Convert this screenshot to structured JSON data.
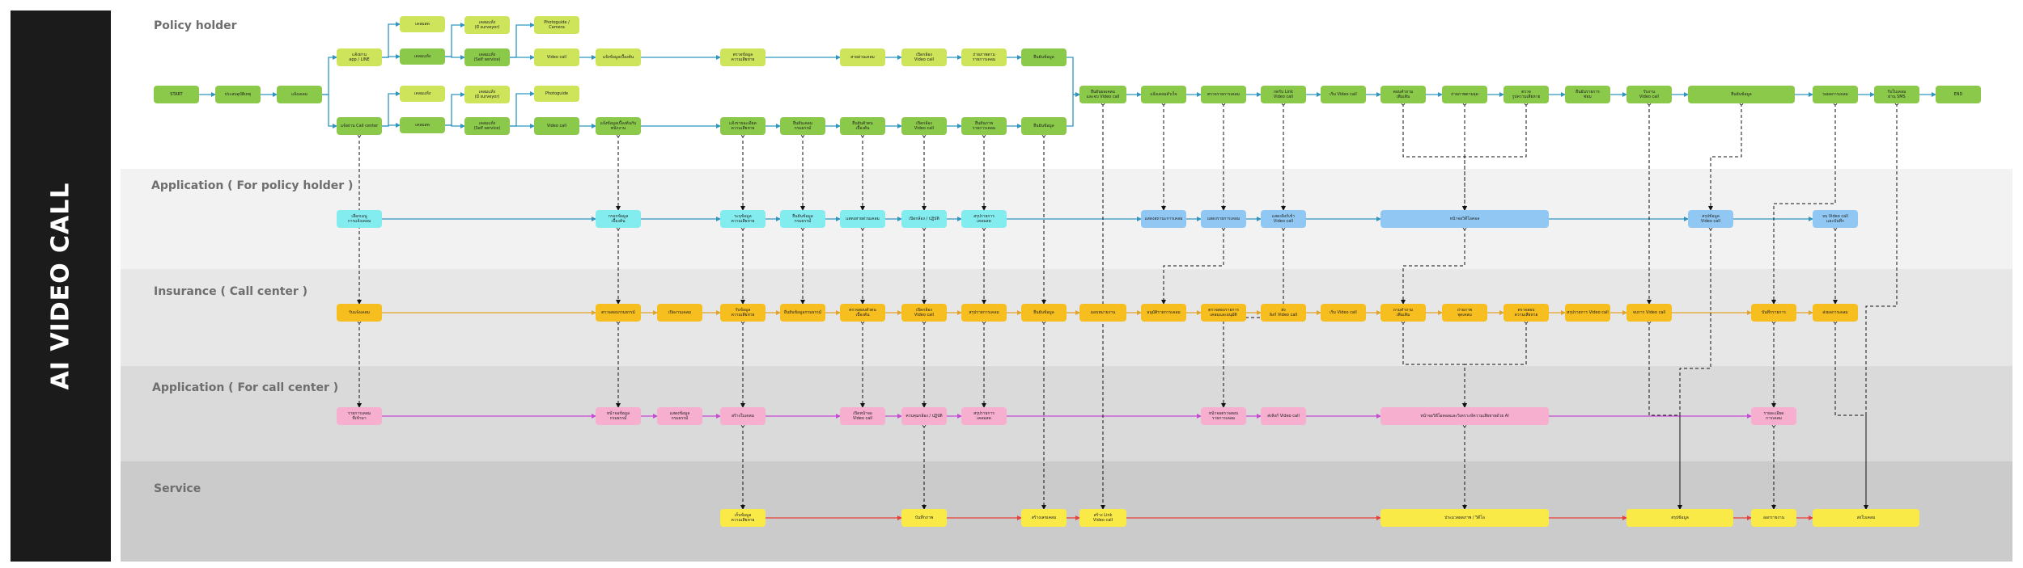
{
  "sidebar": {
    "title": "AI VIDEO CALL"
  },
  "lanes": {
    "policy_holder": "Policy holder",
    "app_policy": "Application ( For policy holder )",
    "call_center": "Insurance ( Call center )",
    "app_call": "Application ( For call center )",
    "service": "Service"
  },
  "colors": {
    "sidebar": "#1b1b1b",
    "green": "#8ac94a",
    "lime": "#cde45b",
    "cyan": "#82ecee",
    "blue": "#90c8f3",
    "orange": "#f6be1e",
    "pink": "#f7afcf",
    "yellow": "#faea48",
    "arrow_teal": "#2f96c0",
    "arrow_orange": "#e3a326",
    "arrow_magenta": "#c64ad4",
    "arrow_red": "#e8403a"
  },
  "nodes": {
    "start": "START",
    "ph_accident": "ประสบอุบัติเหตุ",
    "ph_notify": "แจ้งเคลม",
    "ph_via_app": "แจ้งผ่าน\napp / LINE",
    "ph_via_cc": "แจ้งผ่าน Call center",
    "ph_a1": "เคลมสด",
    "ph_a2": "เคลมแห้ง",
    "ph_a3": "เคลมแห้ง",
    "ph_a4": "เคลมสด",
    "ph_b1": "เคลมแห้ง\n(มี surveyor)",
    "ph_b2": "เคลมแห้ง\n(Self service)",
    "ph_b3": "เคลมแห้ง\n(มี surveyor)",
    "ph_b4": "เคลมแห้ง\n(Self service)",
    "ph_photo1": "Photoguide /\nCamera",
    "ph_vc1": "Video call",
    "ph_photo2": "Photoguide",
    "ph_vc2": "Video call",
    "ph_info_a": "แจ้งข้อมูลเบื้องต้น",
    "ph_info_b": "แจ้งข้อมูลเบื้องต้นกับ\nพนักงาน",
    "ph_ver_a": "ตรวจข้อมูล\nความเสียหาย",
    "ph_ver_b": "แจ้งรายละเอียด\nความเสียหาย",
    "ph_ins_b": "ยืนยันเคลม\nกรมธรรม์",
    "ph_call_a": "สายด่วนเคลม",
    "ph_call_b": "ยืนยันตัวตน\nเบื้องต้น",
    "ph_vid_a": "เปิดกล้อง\nVideo call",
    "ph_vid_b": "เปิดกล้อง\nVideo call",
    "ph_dmg_a": "ถ่ายภาพตาม\nรายการเคลม",
    "ph_dmg_b": "ยืนยันภาพ\nรายการเคลม",
    "ph_fin_a": "ยืนยันข้อมูล",
    "ph_fin_b": "ยืนยันข้อมูล",
    "ph_m1": "ยืนยันผลเคลม\nและจบ Video call",
    "ph_m2": "แจ้งเคลมสำเร็จ",
    "ph_m3": "ตรวจรายการเคลม",
    "ph_m4": "กดรับ Link\nVideo call",
    "ph_m5": "เริ่ม Video call",
    "ph_m6": "ตอบคำถาม\nเพิ่มเติม",
    "ph_m7": "ถ่ายภาพตามจุด",
    "ph_m8": "ตรวจ\nรูปความเสียหาย",
    "ph_m9": "ยืนยันรายการ\nซ่อม",
    "ph_m10": "รับงาน\nVideo call",
    "ph_m11": "ยืนยันข้อมูล",
    "ph_m12": "รอผลการเคลม",
    "ph_m13": "รับใบเคลม\nผ่าน SMS",
    "end": "END",
    "ap_login": "เลือกเมนู\nการแจ้งเคลม",
    "ap_form": "กรอกข้อมูล\nเบื้องต้น",
    "ap_damage": "ระบุข้อมูล\nความเสียหาย",
    "ap_confirm": "ยืนยันข้อมูล\nกรมธรรม์",
    "ap_call": "แสดงสายด่วนเคลม",
    "ap_cam": "เปิดกล้อง / ปฏิบัติ",
    "ap_photo": "สรุปรายการ\nเคลมสด",
    "ap_status1": "แสดงสถานะการเคลม",
    "ap_status2": "แสดงรายการเคลม",
    "ap_link": "แสดงลิงก์เข้า\nVideo call",
    "ap_bigvc": "หน้าจอวิดีโอคอล",
    "ap_sum": "สรุปข้อมูล\nVideo call",
    "ap_end": "จบ Video call\nและบันทึก",
    "cc_receive": "รับแจ้งเคลม",
    "cc_check": "ตรวจสอบกรมธรรม์",
    "cc_open": "เปิดงานเคลม",
    "cc_photo": "รับข้อมูล\nความเสียหาย",
    "cc_confirm": "ยืนยันข้อมูลกรมธรรม์",
    "cc_verify": "ตรวจสอบตัวตน\nเบื้องต้น",
    "cc_vid": "เปิดกล้อง\nVideo call",
    "cc_summary": "สรุปรายการเคลม",
    "cc_info": "ยืนยันข้อมูล",
    "cc_assign": "มอบหมายงาน",
    "cc_approve": "อนุมัติรายการเคลม",
    "cc_review": "ตรวจสอบรายการ\nเคลมและอนุมัติ",
    "cc_send": "ส่ง\nลิงก์ Video call",
    "cc_start": "เริ่ม Video call",
    "cc_q": "ถามคำถาม\nเพิ่มเติม",
    "cc_shot": "ถ่ายภาพ\nจุดเคลม",
    "cc_check2": "ตรวจสอบ\nความเสียหาย",
    "cc_close": "สรุปรายการ Video call",
    "cc_end": "จบการ Video call",
    "cc_save": "บันทึกรายการ",
    "cc_report": "ส่งผลการเคลม",
    "ac_list": "รายการเคลม\nที่เข้ามา",
    "ac_claim": "หน้าจอข้อมูล\nกรมธรรม์",
    "ac_detail": "แสดงข้อมูล\nกรมธรรม์",
    "ac_open": "สร้างใบเคลม",
    "ac_vid": "เปิดหน้าจอ\nVideo call",
    "ac_cam": "ควบคุมกล้อง / ปฏิบัติ",
    "ac_photo": "สรุปรายการ\nเคลมสด",
    "ac_review": "หน้าจอตรวจสอบ\nรายการเคลม",
    "ac_send": "ส่งลิงก์ Video call",
    "ac_big": "หน้าจอวิดีโอคอลและวิเคราะห์ความเสียหายด้วย AI",
    "ac_result": "รายละเอียด\nการเคลม",
    "sv_store": "เก็บข้อมูล\nความเสียหาย",
    "sv_stream": "บันทึกภาพ",
    "sv_claim": "สร้างเลขเคลม",
    "sv_link": "สร้าง Link\nVideo call",
    "sv_ai": "ประมวลผลภาพ / วิดีโอ",
    "sv_sum": "สรุปข้อมูล",
    "sv_report": "ออกรายงาน",
    "sv_sms": "ส่งใบเคลม"
  }
}
